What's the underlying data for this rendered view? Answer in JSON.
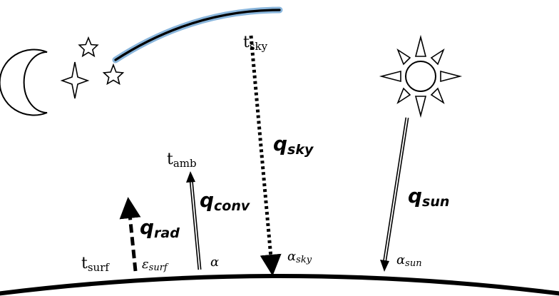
{
  "labels": {
    "t_sky": {
      "main": "t",
      "sub": "sky"
    },
    "t_amb": {
      "main": "t",
      "sub": "amb"
    },
    "t_surf": {
      "main": "t",
      "sub": "surf"
    },
    "q_sky": {
      "main": "q",
      "sub": "sky"
    },
    "q_conv": {
      "main": "q",
      "sub": "conv"
    },
    "q_rad": {
      "main": "q",
      "sub": "rad"
    },
    "q_sun": {
      "main": "q",
      "sub": "sun"
    },
    "eps_surf": {
      "main": "ε",
      "sub": "surf"
    },
    "alpha": {
      "main": "α"
    },
    "alpha_sky": {
      "main": "α",
      "sub": "sky"
    },
    "alpha_sun": {
      "main": "α",
      "sub": "sun"
    }
  },
  "colors": {
    "ink": "#000000",
    "sky_glow": "#8ab6dc"
  },
  "icons": [
    "moon-icon",
    "star-icon",
    "sun-icon"
  ]
}
